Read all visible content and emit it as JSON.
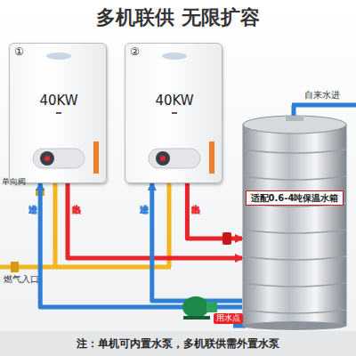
{
  "diagram": {
    "title": "多机联供 无限扩容",
    "caption": "注：单机可内置水泵，多机联供需外置水泵",
    "nodes": [
      {
        "text": [
          "①",
          "40KW"
        ]
      },
      {
        "text": [
          "②",
          "40KW"
        ]
      },
      {
        "text": [
          "适配0.6-4吨保温水箱"
        ]
      }
    ],
    "edges": [
      {
        "from": 0,
        "to": 2,
        "arrow": "to"
      },
      {
        "from": 1,
        "to": 2,
        "arrow": "to"
      },
      {
        "from": 2,
        "to": 0,
        "arrow": "to"
      },
      {
        "from": 2,
        "to": 1,
        "arrow": "to"
      }
    ],
    "labels": [
      "冷水进",
      "热水出",
      "冷水进",
      "热水出",
      "单向阀",
      "燃气入口",
      "自来水进",
      "用水点"
    ]
  }
}
